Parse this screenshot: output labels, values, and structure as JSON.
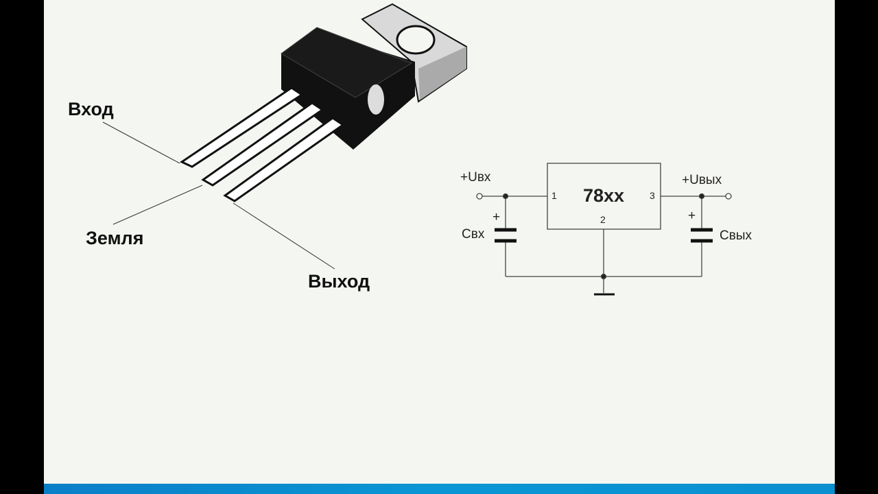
{
  "pinout": {
    "input_label": "Вход",
    "ground_label": "Земля",
    "output_label": "Выход"
  },
  "schematic": {
    "chip_label": "78xx",
    "pin1": "1",
    "pin2": "2",
    "pin3": "3",
    "vin_label": "+Uвх",
    "vout_label": "+Uвых",
    "cin_label": "Свх",
    "cout_label": "Свых",
    "cin_polarity": "+",
    "cout_polarity": "+"
  },
  "colors": {
    "background": "#f4f6f1",
    "footer_bar": "#0a8fd0"
  }
}
